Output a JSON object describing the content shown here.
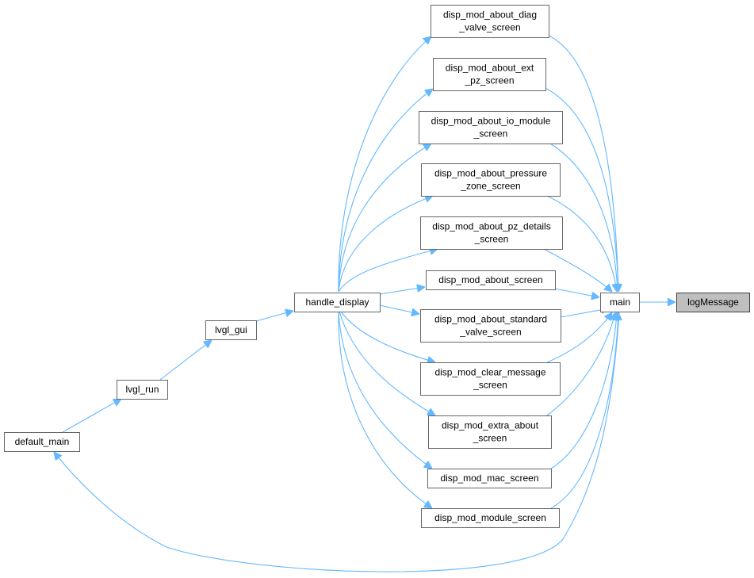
{
  "diagram": {
    "type": "call-graph",
    "edge_color": "#63b8ff",
    "node_border_color": "#666666",
    "highlight_fill": "#bfbfbf",
    "nodes": [
      {
        "id": "logMessage",
        "lines": [
          "logMessage"
        ],
        "highlight": true
      },
      {
        "id": "main",
        "lines": [
          "main"
        ]
      },
      {
        "id": "diag_valve",
        "lines": [
          "disp_mod_about_diag",
          "_valve_screen"
        ]
      },
      {
        "id": "ext_pz",
        "lines": [
          "disp_mod_about_ext",
          "_pz_screen"
        ]
      },
      {
        "id": "io_module",
        "lines": [
          "disp_mod_about_io_module",
          "_screen"
        ]
      },
      {
        "id": "pressure_zone",
        "lines": [
          "disp_mod_about_pressure",
          "_zone_screen"
        ]
      },
      {
        "id": "pz_details",
        "lines": [
          "disp_mod_about_pz_details",
          "_screen"
        ]
      },
      {
        "id": "about_screen",
        "lines": [
          "disp_mod_about_screen"
        ]
      },
      {
        "id": "standard_valve",
        "lines": [
          "disp_mod_about_standard",
          "_valve_screen"
        ]
      },
      {
        "id": "clear_message",
        "lines": [
          "disp_mod_clear_message",
          "_screen"
        ]
      },
      {
        "id": "extra_about",
        "lines": [
          "disp_mod_extra_about",
          "_screen"
        ]
      },
      {
        "id": "mac_screen",
        "lines": [
          "disp_mod_mac_screen"
        ]
      },
      {
        "id": "module_screen",
        "lines": [
          "disp_mod_module_screen"
        ]
      },
      {
        "id": "handle_display",
        "lines": [
          "handle_display"
        ]
      },
      {
        "id": "lvgl_gui",
        "lines": [
          "lvgl_gui"
        ]
      },
      {
        "id": "lvgl_run",
        "lines": [
          "lvgl_run"
        ]
      },
      {
        "id": "default_main",
        "lines": [
          "default_main"
        ]
      }
    ],
    "edges": [
      {
        "from": "main",
        "to": "logMessage"
      },
      {
        "from": "diag_valve",
        "to": "main"
      },
      {
        "from": "ext_pz",
        "to": "main"
      },
      {
        "from": "io_module",
        "to": "main"
      },
      {
        "from": "pressure_zone",
        "to": "main"
      },
      {
        "from": "pz_details",
        "to": "main"
      },
      {
        "from": "about_screen",
        "to": "main"
      },
      {
        "from": "standard_valve",
        "to": "main"
      },
      {
        "from": "clear_message",
        "to": "main"
      },
      {
        "from": "extra_about",
        "to": "main"
      },
      {
        "from": "mac_screen",
        "to": "main"
      },
      {
        "from": "module_screen",
        "to": "main"
      },
      {
        "from": "default_main",
        "to": "main"
      },
      {
        "from": "handle_display",
        "to": "diag_valve"
      },
      {
        "from": "handle_display",
        "to": "ext_pz"
      },
      {
        "from": "handle_display",
        "to": "io_module"
      },
      {
        "from": "handle_display",
        "to": "pressure_zone"
      },
      {
        "from": "handle_display",
        "to": "pz_details"
      },
      {
        "from": "handle_display",
        "to": "about_screen"
      },
      {
        "from": "handle_display",
        "to": "standard_valve"
      },
      {
        "from": "handle_display",
        "to": "clear_message"
      },
      {
        "from": "handle_display",
        "to": "extra_about"
      },
      {
        "from": "handle_display",
        "to": "mac_screen"
      },
      {
        "from": "handle_display",
        "to": "module_screen"
      },
      {
        "from": "lvgl_gui",
        "to": "handle_display"
      },
      {
        "from": "lvgl_run",
        "to": "lvgl_gui"
      },
      {
        "from": "default_main",
        "to": "lvgl_run"
      }
    ]
  }
}
